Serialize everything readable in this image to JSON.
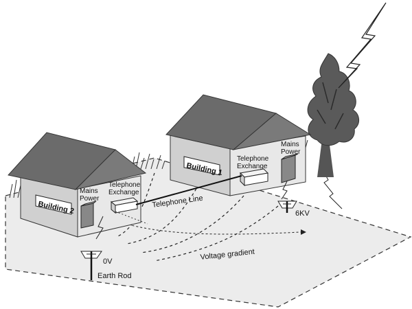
{
  "buildings": [
    {
      "name": "Building 1",
      "mains_label": [
        "Mains",
        "Power"
      ],
      "exchange_label": [
        "Telephone",
        "Exchange"
      ]
    },
    {
      "name": "Building 2",
      "mains_label": [
        "Mains",
        "Power"
      ],
      "exchange_label": [
        "Telephone",
        "Exchange"
      ]
    }
  ],
  "labels": {
    "telephone_line": "Telephone Line",
    "voltage_gradient": "Voltage gradient",
    "voltage_high": "6KV",
    "voltage_low": "0V",
    "earth_rod": "Earth Rod"
  },
  "colors": {
    "roof": "#6b6b6b",
    "wall": "#e8e8e8",
    "wall_side": "#d0d0d0",
    "ground": "#ececec",
    "tree": "#555555"
  },
  "icons": [
    "lightning-bolt-icon",
    "tree-icon",
    "grass-tuft-icon",
    "earth-rod-icon"
  ]
}
